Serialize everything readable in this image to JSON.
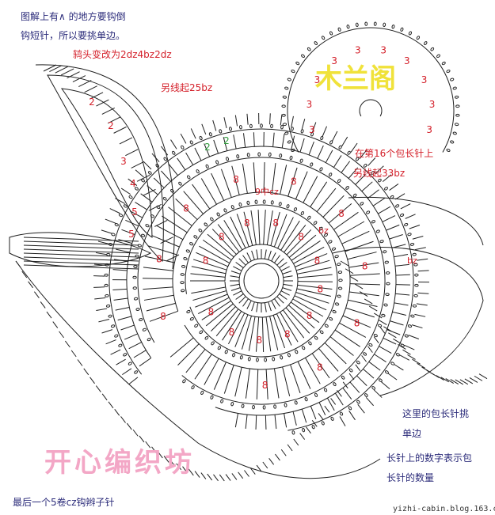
{
  "notes": {
    "top_left_line1": "图解上有∧ 的地方要钩倒",
    "top_left_line2": "钩短针，所以要挑单边。",
    "head_change": "鸫头变改为2dz4bz2dz",
    "another_yarn_25": "另线起25bz",
    "sixteenth_dc": "在第16个包长针上",
    "another_yarn_33": "另线起33bz",
    "wrapped_dc_single": "这里的包长针挑",
    "single_edge": "单边",
    "number_meaning": "长针上的数字表示包",
    "number_meaning_2": "长针的数量",
    "last_chain": "最后一个5卷cz钩辫子针",
    "nine_cz": "9中cz",
    "bz_label": "bz",
    "bz_label_2": "bz"
  },
  "watermarks": {
    "studio": "开心编织坊",
    "magnolia": "木兰阁",
    "site": "yizhi-cabin.blog.163.com"
  },
  "colors": {
    "line": "#1f1f1f",
    "red_text": "#d4202a",
    "navy_text": "#2b2b7a",
    "pink_watermark": "#f3a7c6",
    "yellow_watermark": "#f0e23a"
  },
  "stitch_counts": {
    "center_petals": [
      "8",
      "8",
      "8",
      "8",
      "8",
      "8",
      "8",
      "8",
      "8",
      "8",
      "8",
      "8"
    ],
    "outer_petals": [
      "8",
      "8",
      "8",
      "8",
      "8",
      "8",
      "8",
      "8",
      "8",
      "8"
    ],
    "fan": [
      "3",
      "3",
      "3",
      "3",
      "3",
      "3",
      "3",
      "3",
      "3",
      "3"
    ],
    "left_leaf": [
      "2",
      "2",
      "3",
      "4",
      "5",
      "5"
    ],
    "green_marks": [
      "2",
      "2"
    ]
  }
}
